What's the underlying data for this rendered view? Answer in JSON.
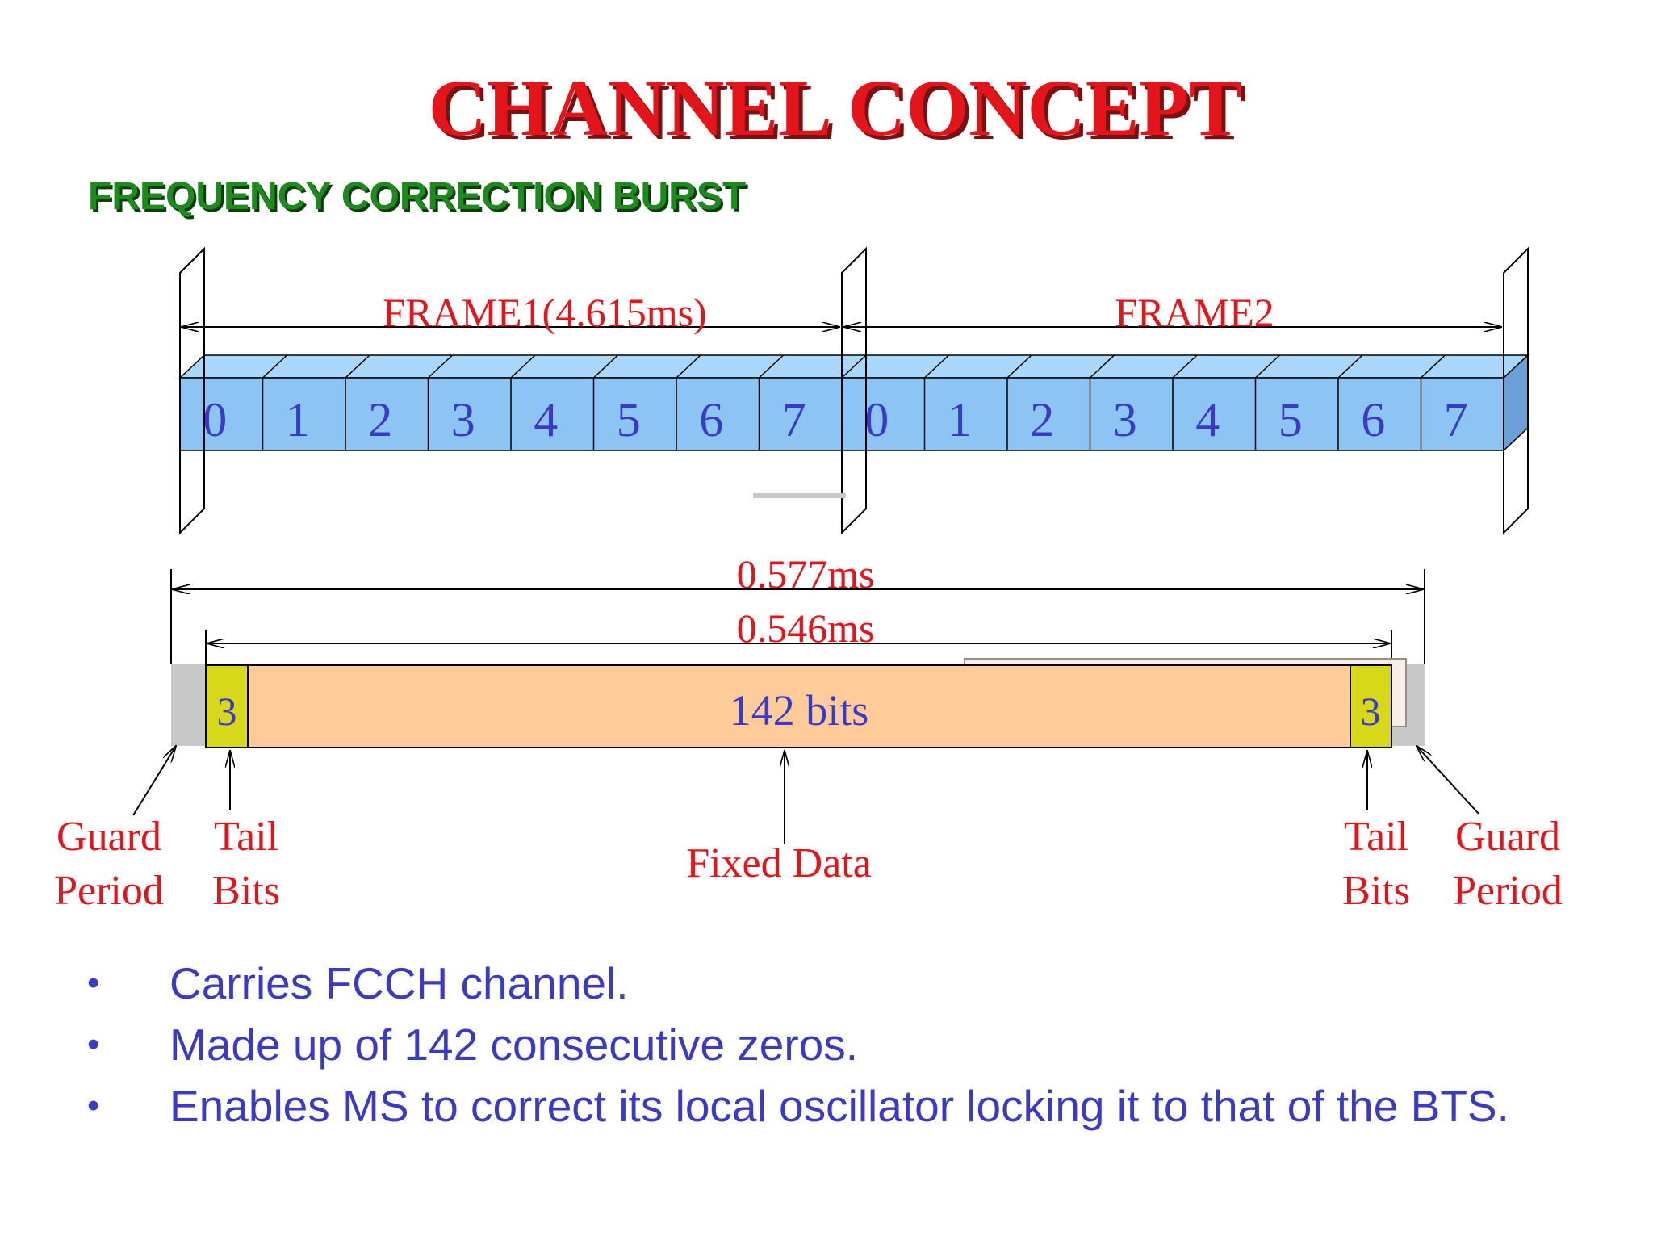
{
  "title": "CHANNEL CONCEPT",
  "subtitle": "FREQUENCY CORRECTION BURST",
  "colors": {
    "title": "#e3151a",
    "subtitle": "#1e8a1e",
    "label": "#e3151a",
    "slot_text": "#3a3ac6",
    "slot_fill": "#8cc4f4",
    "slot_top": "#a9d6fb",
    "tail_fill": "#d8d81a",
    "data_fill": "#ffcc99",
    "guard_fill": "#c8c8c8",
    "bullet_text": "#3a3ac6"
  },
  "frames": {
    "frame1_label": "FRAME1(4.615ms)",
    "frame2_label": "FRAME2",
    "frame1_slots": [
      "0",
      "1",
      "2",
      "3",
      "4",
      "5",
      "6",
      "7"
    ],
    "frame2_slots": [
      "0",
      "1",
      "2",
      "3",
      "4",
      "5",
      "6",
      "7"
    ]
  },
  "burst": {
    "total_duration": "0.577ms",
    "useful_duration": "0.546ms",
    "tail_left": "3",
    "fixed_data": "142 bits",
    "tail_right": "3"
  },
  "callouts": {
    "guard_left": [
      "Guard",
      "Period"
    ],
    "tail_left": [
      "Tail",
      "Bits"
    ],
    "fixed_data": "Fixed Data",
    "tail_right": [
      "Tail",
      "Bits"
    ],
    "guard_right": [
      "Guard",
      "Period"
    ]
  },
  "bullets": [
    "Carries FCCH channel.",
    "Made up of 142 consecutive zeros.",
    "Enables MS to correct its local oscillator locking it to that of the BTS."
  ]
}
